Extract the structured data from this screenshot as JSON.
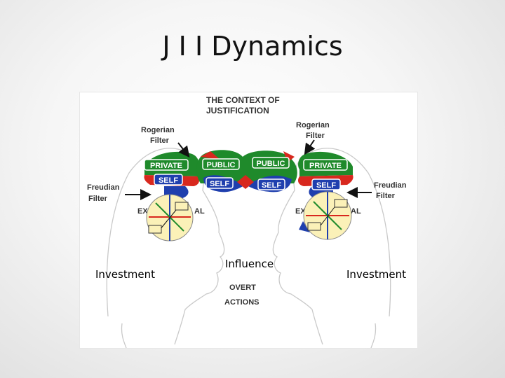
{
  "slide": {
    "title": "J I I Dynamics",
    "label_left": "Investment",
    "label_center": "Influence",
    "label_right": "Investment"
  },
  "figure": {
    "heading_line1": "THE CONTEXT OF",
    "heading_line2": "JUSTIFICATION",
    "rogerian_left_1": "Rogerian",
    "rogerian_left_2": "Filter",
    "rogerian_right_1": "Rogerian",
    "rogerian_right_2": "Filter",
    "freudian_left_1": "Freudian",
    "freudian_left_2": "Filter",
    "freudian_right_1": "Freudian",
    "freudian_right_2": "Filter",
    "private": "PRIVATE",
    "public": "PUBLIC",
    "self": "SELF",
    "external_prefix": "EX",
    "external_suffix": "AL",
    "overt": "OVERT",
    "actions": "ACTIONS",
    "colors": {
      "green": "#1f8a2b",
      "red": "#d8281e",
      "blue": "#1f3fae",
      "circle": "#fbf1b8"
    }
  }
}
